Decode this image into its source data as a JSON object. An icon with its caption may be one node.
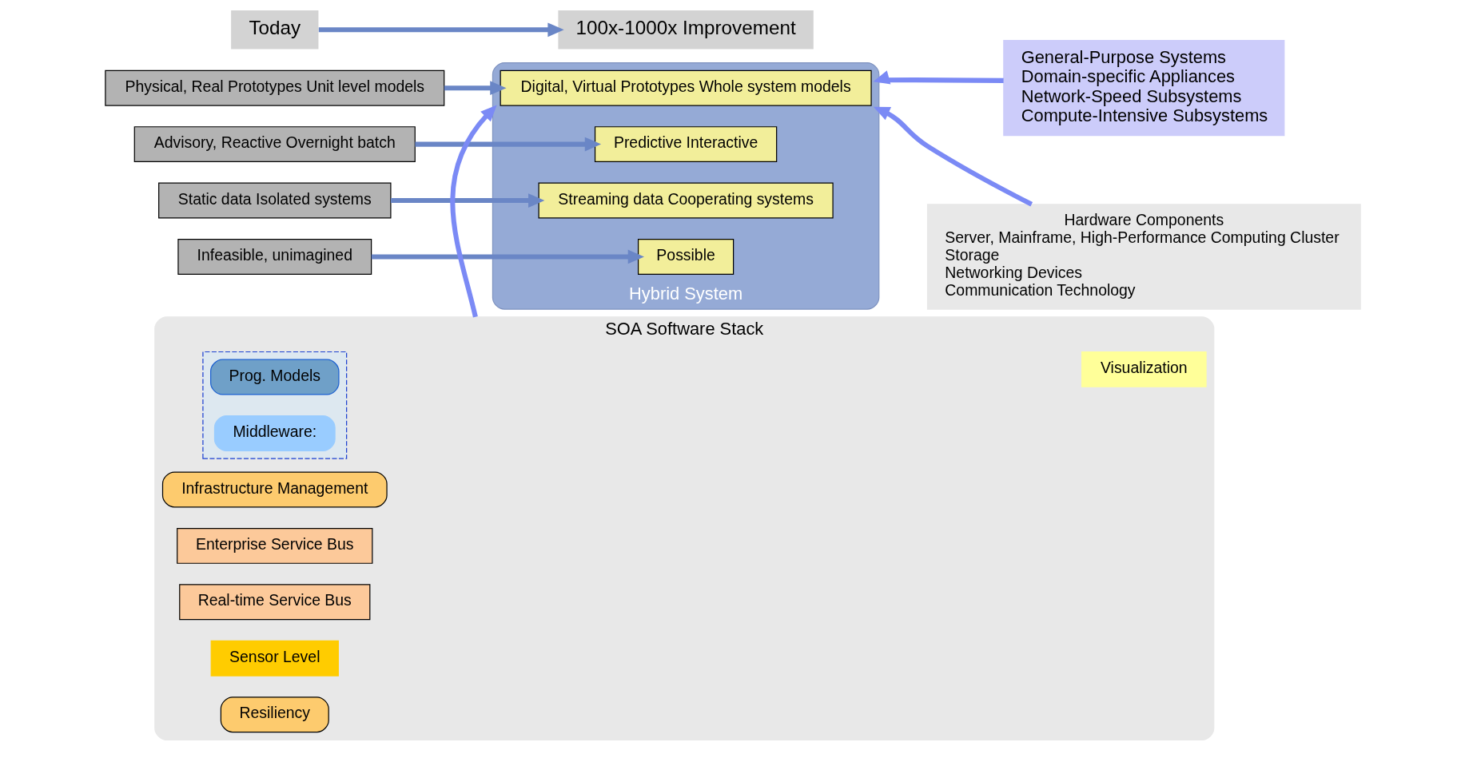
{
  "diagram": {
    "nodes": [
      {
        "text": [
          "Today"
        ]
      },
      {
        "text": [
          "100x-1000x Improvement"
        ]
      },
      {
        "text": [
          "Physical, Real Prototypes Unit level models"
        ]
      },
      {
        "text": [
          "Advisory, Reactive Overnight batch"
        ]
      },
      {
        "text": [
          "Static data Isolated systems"
        ]
      },
      {
        "text": [
          "Infeasible, unimagined"
        ]
      },
      {
        "text": [
          "Hybrid System"
        ]
      },
      {
        "text": [
          "Digital, Virtual Prototypes Whole system models"
        ],
        "in": 6
      },
      {
        "text": [
          "Predictive Interactive"
        ],
        "in": 6
      },
      {
        "text": [
          "Streaming data Cooperating systems"
        ],
        "in": 6
      },
      {
        "text": [
          "Possible"
        ],
        "in": 6
      },
      {
        "text": [
          "General-Purpose Systems",
          "Domain-specific Appliances",
          "Network-Speed Subsystems",
          "Compute-Intensive Subsystems"
        ]
      },
      {
        "text": [
          "Hardware Components",
          "Server, Mainframe, High-Performance Computing Cluster",
          "Storage",
          "Networking Devices",
          "Communication Technology"
        ]
      },
      {
        "text": [
          "SOA Software Stack"
        ]
      },
      {
        "text": [
          "Infrastructure Management"
        ],
        "in": 13
      },
      {
        "text": [
          "Visualization"
        ],
        "in": 13
      },
      {
        "text": [
          "Enterprise Service Bus"
        ],
        "in": 13
      },
      {
        "text": [],
        "shape": "box",
        "in": 13
      },
      {
        "text": [
          "Prog. Models"
        ],
        "in": 17
      },
      {
        "text": [
          "Middleware:"
        ],
        "in": 17
      },
      {
        "text": [
          "Real-time Service Bus"
        ],
        "in": 13
      },
      {
        "text": [
          "Sensor Level"
        ],
        "in": 13
      },
      {
        "text": [
          "Resiliency"
        ],
        "in": 13
      }
    ],
    "edges": [
      {
        "from": 0,
        "to": 1,
        "arrow": "to"
      },
      {
        "from": 2,
        "to": 7,
        "arrow": "to"
      },
      {
        "from": 3,
        "to": 8,
        "arrow": "to"
      },
      {
        "from": 4,
        "to": 9,
        "arrow": "to"
      },
      {
        "from": 5,
        "to": 10,
        "arrow": "to"
      },
      {
        "from": 11,
        "to": 6,
        "arrow": "to",
        "color": "#7b8af5"
      },
      {
        "from": 12,
        "to": 6,
        "arrow": "to",
        "color": "#7b8af5"
      },
      {
        "from": 13,
        "to": 6,
        "arrow": "to",
        "color": "#7b8af5"
      }
    ]
  }
}
